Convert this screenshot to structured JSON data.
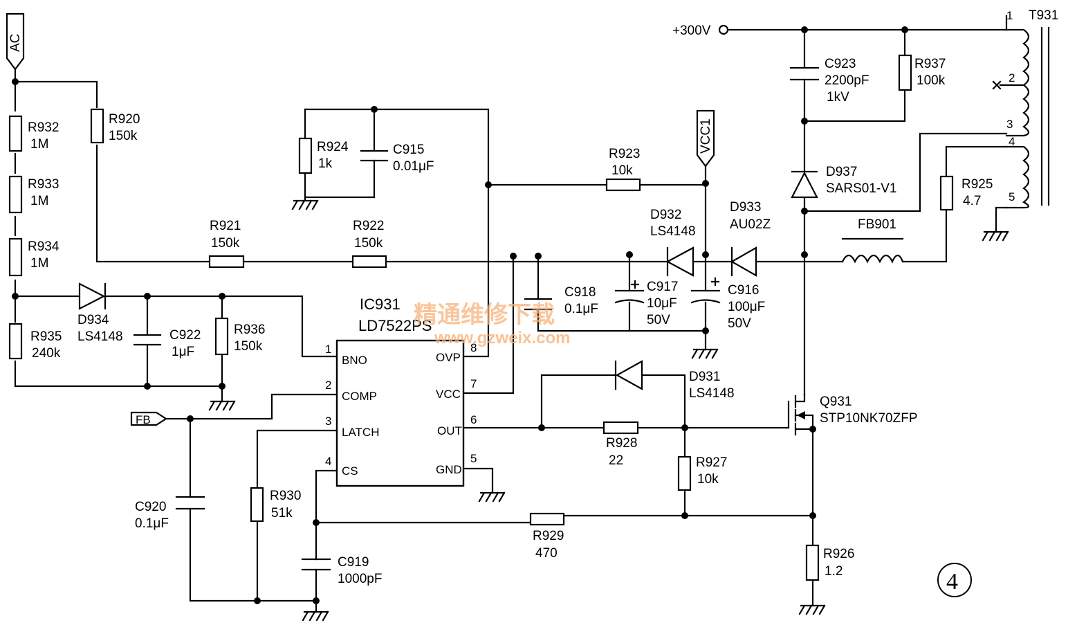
{
  "schematic": {
    "ic": {
      "ref": "IC931",
      "part": "LD7522PS"
    },
    "ic_pins_left": [
      {
        "num": "1",
        "name": "BNO"
      },
      {
        "num": "2",
        "name": "COMP"
      },
      {
        "num": "3",
        "name": "LATCH"
      },
      {
        "num": "4",
        "name": "CS"
      }
    ],
    "ic_pins_right": [
      {
        "num": "8",
        "name": "OVP"
      },
      {
        "num": "7",
        "name": "VCC"
      },
      {
        "num": "6",
        "name": "OUT"
      },
      {
        "num": "5",
        "name": "GND"
      }
    ],
    "ports": {
      "ac": "AC",
      "vcc1": "VCC1",
      "fb": "FB",
      "supply": "+300V"
    },
    "transformer": {
      "ref": "T931",
      "pins": [
        "1",
        "2",
        "3",
        "4",
        "5"
      ]
    },
    "components": {
      "R932": {
        "ref": "R932",
        "value": "1M"
      },
      "R933": {
        "ref": "R933",
        "value": "1M"
      },
      "R934": {
        "ref": "R934",
        "value": "1M"
      },
      "R935": {
        "ref": "R935",
        "value": "240k"
      },
      "R920": {
        "ref": "R920",
        "value": "150k"
      },
      "R921": {
        "ref": "R921",
        "value": "150k"
      },
      "R922": {
        "ref": "R922",
        "value": "150k"
      },
      "R924": {
        "ref": "R924",
        "value": "1k"
      },
      "C915": {
        "ref": "C915",
        "value": "0.01μF"
      },
      "R923": {
        "ref": "R923",
        "value": "10k"
      },
      "D934": {
        "ref": "D934",
        "value": "LS4148"
      },
      "C922": {
        "ref": "C922",
        "value": "1μF"
      },
      "R936": {
        "ref": "R936",
        "value": "150k"
      },
      "C918": {
        "ref": "C918",
        "value": "0.1μF"
      },
      "C917": {
        "ref": "C917",
        "value": "10μF",
        "rating": "50V"
      },
      "C916": {
        "ref": "C916",
        "value": "100μF",
        "rating": "50V"
      },
      "D932": {
        "ref": "D932",
        "value": "LS4148"
      },
      "D933": {
        "ref": "D933",
        "value": "AU02Z"
      },
      "FB901": {
        "ref": "FB901"
      },
      "C923": {
        "ref": "C923",
        "value": "2200pF",
        "rating": "1kV"
      },
      "R937": {
        "ref": "R937",
        "value": "100k"
      },
      "D937": {
        "ref": "D937",
        "value": "SARS01-V1"
      },
      "R925": {
        "ref": "R925",
        "value": "4.7"
      },
      "D931": {
        "ref": "D931",
        "value": "LS4148"
      },
      "Q931": {
        "ref": "Q931",
        "value": "STP10NK70ZFP"
      },
      "R928": {
        "ref": "R928",
        "value": "22"
      },
      "R927": {
        "ref": "R927",
        "value": "10k"
      },
      "C920": {
        "ref": "C920",
        "value": "0.1μF"
      },
      "R930": {
        "ref": "R930",
        "value": "51k"
      },
      "C919": {
        "ref": "C919",
        "value": "1000pF"
      },
      "R929": {
        "ref": "R929",
        "value": "470"
      },
      "R926": {
        "ref": "R926",
        "value": "1.2"
      }
    },
    "figure_number": "4",
    "watermark": {
      "text": "精通维修下载",
      "url": "www.gzweix.com"
    }
  }
}
